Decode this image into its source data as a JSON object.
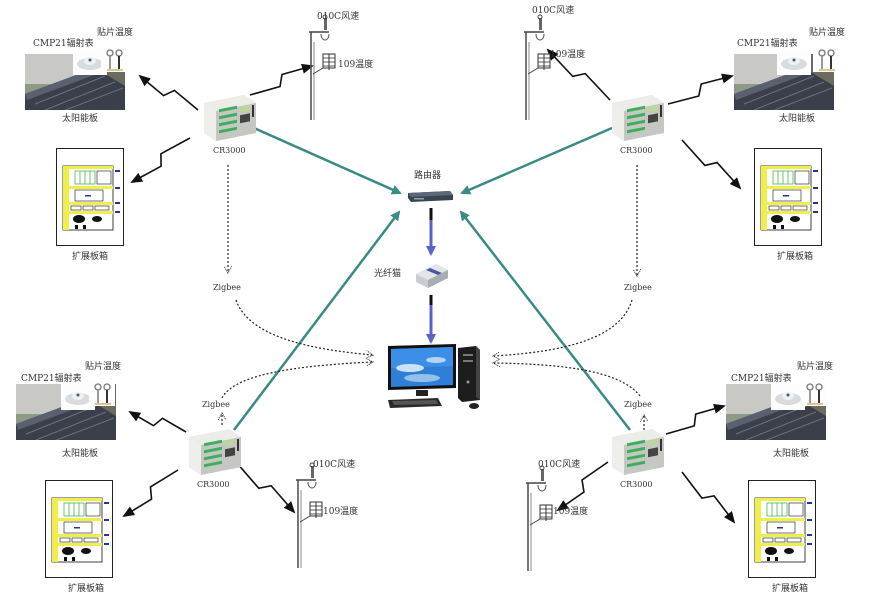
{
  "diagram": {
    "title": "",
    "center": {
      "router_label": "路由器",
      "modem_label": "光纤猫",
      "computer_label": ""
    },
    "nodes": [
      {
        "id": "top-left",
        "logger_label": "CR3000",
        "zigbee_label": "Zigbee",
        "solar_label": "太阳能板",
        "radiometer_label": "CMP21辐射表",
        "patch_temp_label": "贴片温度",
        "expansion_label": "扩展板箱",
        "wind_label": "010C风速",
        "temp_label": "109温度"
      },
      {
        "id": "top-right",
        "logger_label": "CR3000",
        "zigbee_label": "Zigbee",
        "solar_label": "太阳能板",
        "radiometer_label": "CMP21辐射表",
        "patch_temp_label": "贴片温度",
        "expansion_label": "扩展板箱",
        "wind_label": "010C风速",
        "temp_label": "109温度"
      },
      {
        "id": "bottom-left",
        "logger_label": "CR3000",
        "zigbee_label": "Zigbee",
        "solar_label": "太阳能板",
        "radiometer_label": "CMP21辐射表",
        "patch_temp_label": "贴片温度",
        "expansion_label": "扩展板箱",
        "wind_label": "010C风速",
        "temp_label": "109温度"
      },
      {
        "id": "bottom-right",
        "logger_label": "CR3000",
        "zigbee_label": "Zigbee",
        "solar_label": "太阳能板",
        "radiometer_label": "CMP21辐射表",
        "patch_temp_label": "贴片温度",
        "expansion_label": "扩展板箱",
        "wind_label": "010C风速",
        "temp_label": "109温度"
      }
    ],
    "colors": {
      "network_link": "#3a8a85",
      "wired_link": "#5a62c8",
      "wireless_link": "#111111",
      "zigbee_link": "#222222",
      "cabinet_yellow": "#f0ee4a",
      "cabinet_green": "#4cb848",
      "cabinet_blue": "#2a2f9a"
    }
  }
}
